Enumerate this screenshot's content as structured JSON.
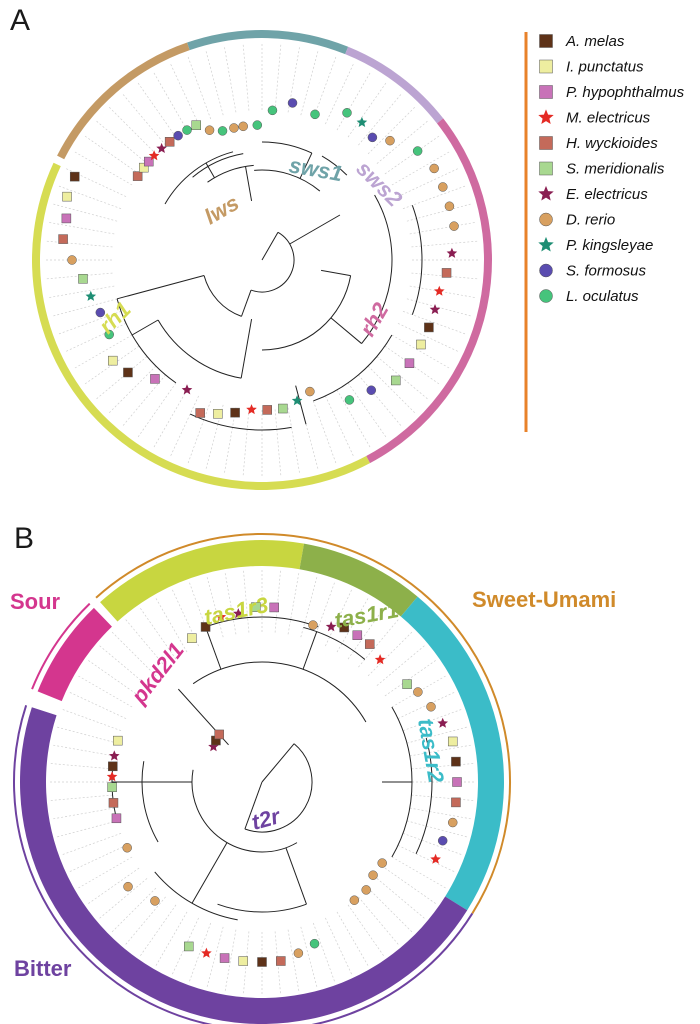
{
  "panel_a": {
    "letter": "A",
    "clades": [
      {
        "label": "lws",
        "color": "#c49a64",
        "from": 297,
        "to": 341
      },
      {
        "label": "sws1",
        "color": "#6fa3a8",
        "from": 341,
        "to": 22
      },
      {
        "label": "sws2",
        "color": "#bca4d2",
        "from": 22,
        "to": 52
      },
      {
        "label": "rh2",
        "color": "#cf6aa0",
        "from": 52,
        "to": 152
      },
      {
        "label": "rh1",
        "color": "#d6dc52",
        "from": 152,
        "to": 295
      }
    ]
  },
  "panel_b": {
    "letter": "B",
    "clades": [
      {
        "label": "tas1r3",
        "color": "#c8d640",
        "from": 318,
        "to": 10
      },
      {
        "label": "tas1r1",
        "color": "#8db04a",
        "from": 10,
        "to": 40
      },
      {
        "label": "tas1r2",
        "color": "#3bbcc8",
        "from": 40,
        "to": 122
      },
      {
        "label": "t2r",
        "color": "#6e42a0",
        "from": 122,
        "to": 288
      },
      {
        "label": "pkd2l1",
        "color": "#d4368e",
        "from": 292,
        "to": 316
      }
    ],
    "groups": [
      {
        "label": "Sour",
        "color": "#d4368e"
      },
      {
        "label": "Sweet-Umami",
        "color": "#d08a2a"
      },
      {
        "label": "Bitter",
        "color": "#6e42a0"
      }
    ]
  },
  "legend": {
    "line_color": "#e8822a",
    "items": [
      {
        "name": "A. melas",
        "shape": "square",
        "color": "#5e3218"
      },
      {
        "name": "I. punctatus",
        "shape": "square",
        "color": "#eeeea0"
      },
      {
        "name": "P. hypophthalmus",
        "shape": "square",
        "color": "#c872b8"
      },
      {
        "name": "M. electricus",
        "shape": "star",
        "color": "#e42a24"
      },
      {
        "name": "H. wyckioides",
        "shape": "square",
        "color": "#c46a5a"
      },
      {
        "name": "S. meridionalis",
        "shape": "square",
        "color": "#a8d890"
      },
      {
        "name": "E. electricus",
        "shape": "star",
        "color": "#8a1e52"
      },
      {
        "name": "D. rerio",
        "shape": "circle",
        "color": "#d8a060"
      },
      {
        "name": "P. kingsleyae",
        "shape": "star",
        "color": "#1e8e74"
      },
      {
        "name": "S. formosus",
        "shape": "circle",
        "color": "#5a4cb0"
      },
      {
        "name": "L. oculatus",
        "shape": "circle",
        "color": "#46c47c"
      }
    ]
  }
}
